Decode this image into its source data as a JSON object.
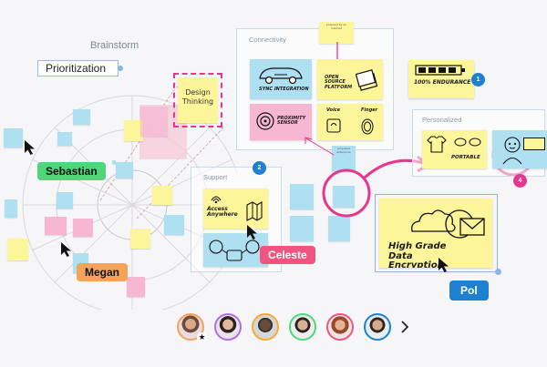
{
  "board": {
    "brainstorm_label": "Brainstorm",
    "prioritization_label": "Prioritization",
    "design_thinking_label": "Design Thinking"
  },
  "connectivity": {
    "title": "Connectivity",
    "card_sync": "SYNC INTEGRATION",
    "card_open_source": "OPEN SOURCE PLATFORM",
    "card_proximity": "PROXIMITY SENSOR",
    "card_voice": "Voice",
    "card_finger": "Finger",
    "note_top": "powered by an Internet",
    "note_middle": "proposed enterprise"
  },
  "support": {
    "title": "Support",
    "badge": "2",
    "card_access": "Access Anywhere"
  },
  "personalized": {
    "title": "Personalized",
    "card_portable": "PORTABLE",
    "card_endurance": "100% ENDURANCE"
  },
  "highgrade": {
    "text": "High Grade Data Encryption"
  },
  "badges": {
    "one": "1",
    "four": "4"
  },
  "collaborators": {
    "sebastian": "Sebastian",
    "megan": "Megan",
    "celeste": "Celeste",
    "pol": "Pol"
  },
  "colors": {
    "sebastian": "#4fd67a",
    "megan": "#f3a35a",
    "celeste": "#f0547f",
    "pol": "#1f7fd1",
    "accent_pink": "#e5388c",
    "accent_blue": "#1f7fd1"
  },
  "avatar_bar": {
    "next_icon": "chevron-right-icon",
    "avatars": [
      "avatar-1",
      "avatar-2",
      "avatar-3",
      "avatar-4",
      "avatar-5",
      "avatar-6"
    ]
  }
}
